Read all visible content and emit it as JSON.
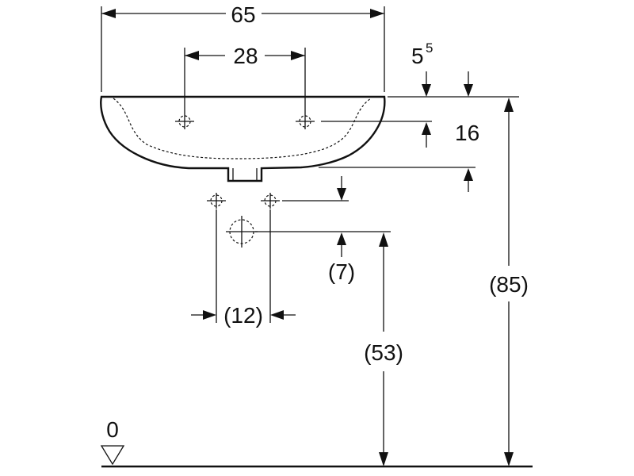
{
  "dimensions": {
    "overall_width": "65",
    "tap_hole_spacing": "28",
    "rim_step_base": "5",
    "rim_step_sup": "5",
    "tap_hole_depth": "16",
    "waste_offset": "(7)",
    "supply_spacing": "(12)",
    "waste_height": "(53)",
    "rim_height": "(85)",
    "floor_level": "0"
  },
  "colors": {
    "line": "#111111",
    "background": "#ffffff"
  },
  "icons": {
    "floor_marker": "floor-level-triangle-icon",
    "tap_hole": "crosshair-icon"
  }
}
